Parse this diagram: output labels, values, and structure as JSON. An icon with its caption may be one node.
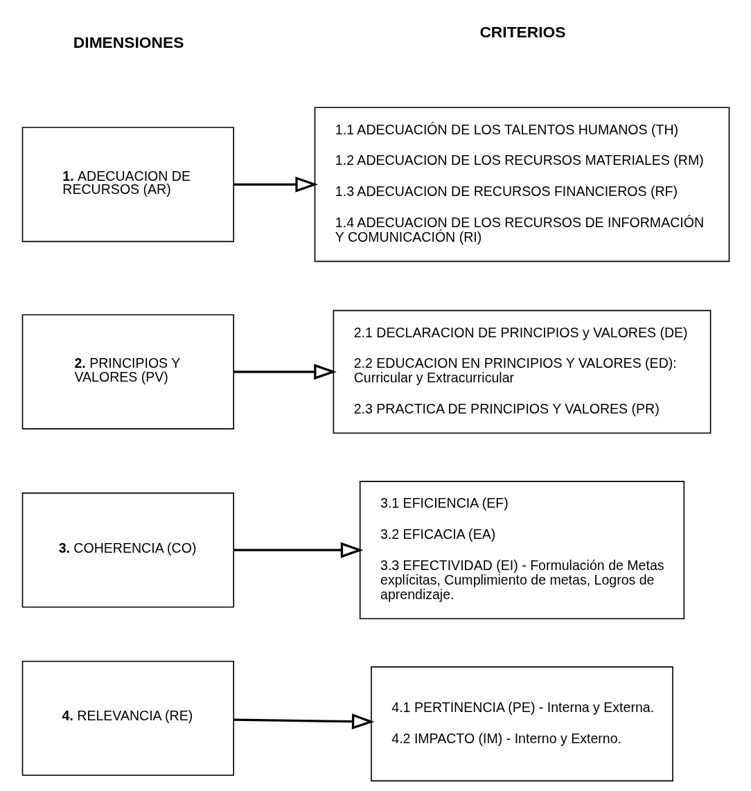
{
  "diagram": {
    "nodes": [
      {
        "text": [
          "**1.** ADECUACION DE RECURSOS (AR)"
        ]
      },
      {
        "text": [
          "1.1 ADECUACIÓN DE LOS TALENTOS HUMANOS (TH)",
          "1.2 ADECUACION DE LOS RECURSOS MATERIALES (RM)",
          "1.3 ADECUACION DE RECURSOS FINANCIEROS (RF)",
          "1.4 ADECUACION DE LOS RECURSOS DE INFORMACIÓN Y COMUNICACIÓN (RI)"
        ]
      },
      {
        "text": [
          "**2.** PRINCIPIOS Y VALORES (PV)"
        ]
      },
      {
        "text": [
          "2.1 DECLARACION DE PRINCIPIOS y VALORES (DE)",
          "2.2 EDUCACION EN PRINCIPIOS Y VALORES (ED): Curricular y Extracurricular",
          "2.3 PRACTICA DE PRINCIPIOS Y VALORES (PR)"
        ]
      },
      {
        "text": [
          "**3.** COHERENCIA (CO)"
        ]
      },
      {
        "text": [
          "3.1 EFICIENCIA (EF)",
          "3.2 EFICACIA (EA)",
          "3.3 EFECTIVIDAD (EI) - Formulación de Metas explícitas, Cumplimiento de metas, Logros de aprendizaje."
        ]
      },
      {
        "text": [
          "**4.** RELEVANCIA (RE)"
        ]
      },
      {
        "text": [
          "4.1 PERTINENCIA (PE) - Interna y Externa.",
          "4.2 IMPACTO (IM) - Interno y Externo."
        ]
      }
    ],
    "edges": [
      {
        "from": 0,
        "to": 1,
        "arrow": "to"
      },
      {
        "from": 2,
        "to": 3,
        "arrow": "to"
      },
      {
        "from": 4,
        "to": 5,
        "arrow": "to"
      },
      {
        "from": 6,
        "to": 7,
        "arrow": "to"
      }
    ],
    "labels": [
      "DIMENSIONES",
      "CRITERIOS"
    ]
  }
}
